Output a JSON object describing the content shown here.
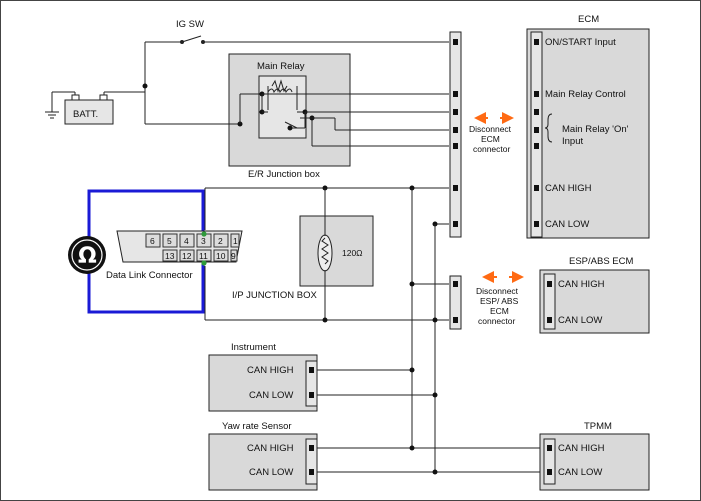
{
  "labels": {
    "ig_sw": "IG SW",
    "batt": "BATT.",
    "main_relay": "Main Relay",
    "er_junction_box": "E/R Junction box",
    "ecm_title": "ECM",
    "ecm_on_start": "ON/START Input",
    "ecm_main_relay_control": "Main Relay Control",
    "ecm_main_relay_on_1": "Main Relay 'On'",
    "ecm_main_relay_on_2": "Input",
    "ecm_can_high": "CAN HIGH",
    "ecm_can_low": "CAN LOW",
    "disconnect_ecm_1": "Disconnect",
    "disconnect_ecm_2": "ECM",
    "disconnect_ecm_3": "connector",
    "esp_title": "ESP/ABS ECM",
    "esp_can_high": "CAN HIGH",
    "esp_can_low": "CAN LOW",
    "disconnect_esp_1": "Disconnect",
    "disconnect_esp_2": "ESP/ ABS",
    "disconnect_esp_3": "ECM",
    "disconnect_esp_4": "connector",
    "dlc": "Data Link Connector",
    "ip_junction_box": "I/P JUNCTION BOX",
    "resistor": "120Ω",
    "ohm_symbol": "Ω",
    "instrument": "Instrument",
    "instrument_can_high": "CAN HIGH",
    "instrument_can_low": "CAN LOW",
    "yaw": "Yaw rate Sensor",
    "yaw_can_high": "CAN HIGH",
    "yaw_can_low": "CAN LOW",
    "tpmm": "TPMM",
    "tpmm_can_high": "CAN HIGH",
    "tpmm_can_low": "CAN LOW"
  },
  "dlc_pins": {
    "top_row": [
      "6",
      "5",
      "4",
      "3",
      "2",
      "1"
    ],
    "bottom_row": [
      "13",
      "12",
      "11",
      "10",
      "9"
    ]
  },
  "colors": {
    "meter_probe": "#1a1ad6",
    "test_point": "#2e9a3a",
    "disconnect_arrow": "#ff6a13",
    "component_fill": "#d9d9d9"
  },
  "icons": {
    "ohmmeter": "ohm-meter-icon",
    "battery": "battery-icon",
    "ground": "ground-icon",
    "switch": "switch-icon",
    "relay_coil": "relay-coil-icon",
    "resistor": "resistor-icon"
  }
}
